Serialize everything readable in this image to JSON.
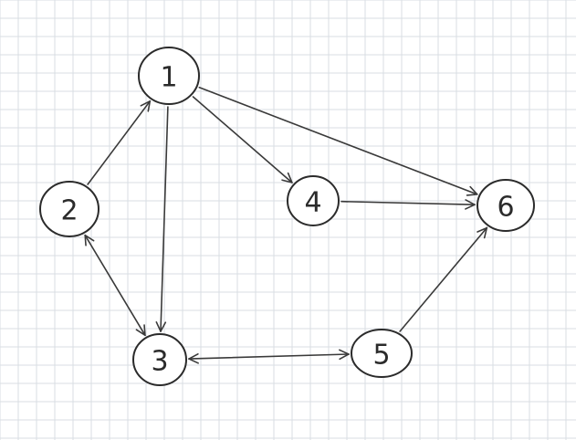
{
  "colors": {
    "ink": "#2b2b2b",
    "grid": "#d9dde3",
    "paper": "#ffffff"
  },
  "nodes": [
    {
      "id": "1",
      "label": "1"
    },
    {
      "id": "2",
      "label": "2"
    },
    {
      "id": "3",
      "label": "3"
    },
    {
      "id": "4",
      "label": "4"
    },
    {
      "id": "5",
      "label": "5"
    },
    {
      "id": "6",
      "label": "6"
    }
  ],
  "edges": [
    {
      "from": "2",
      "to": "1",
      "direction": "forward"
    },
    {
      "from": "1",
      "to": "3",
      "direction": "forward"
    },
    {
      "from": "1",
      "to": "4",
      "direction": "forward"
    },
    {
      "from": "1",
      "to": "6",
      "direction": "forward"
    },
    {
      "from": "4",
      "to": "6",
      "direction": "forward"
    },
    {
      "from": "2",
      "to": "3",
      "direction": "both"
    },
    {
      "from": "3",
      "to": "5",
      "direction": "both"
    },
    {
      "from": "5",
      "to": "6",
      "direction": "forward"
    }
  ]
}
